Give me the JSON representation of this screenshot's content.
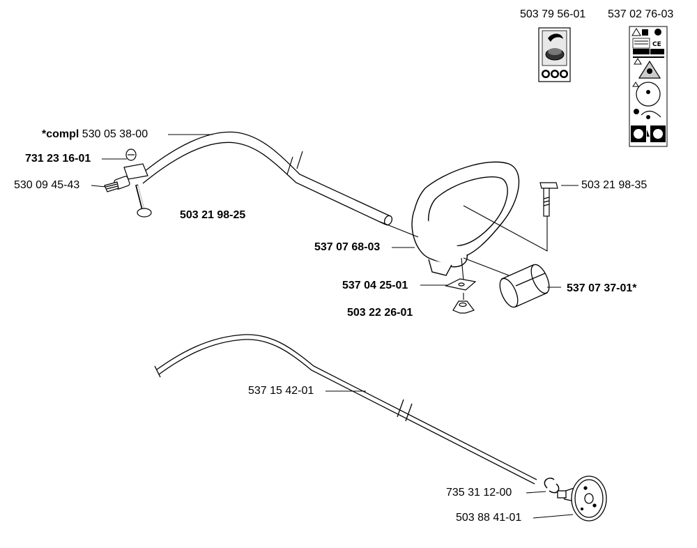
{
  "labels": {
    "compl_prefix": "*compl",
    "compl_number": "530 05 38-00",
    "p731231601": "731 23 16-01",
    "p530094543": "530 09 45-43",
    "p503219825": "503 21 98-25",
    "p503795601": "503 79 56-01",
    "p537027603": "537 02 76-03",
    "p503219835": "503 21 98-35",
    "p537076803": "537 07 68-03",
    "p537042501": "537 04 25-01",
    "p503222601": "503 22 26-01",
    "p537073701": "537 07 37-01*",
    "p537154201": "537 15 42-01",
    "p735311200": "735 31 12-00",
    "p503884101": "503 88 41-01"
  },
  "decal_text": {
    "ce_mark": "CE"
  }
}
